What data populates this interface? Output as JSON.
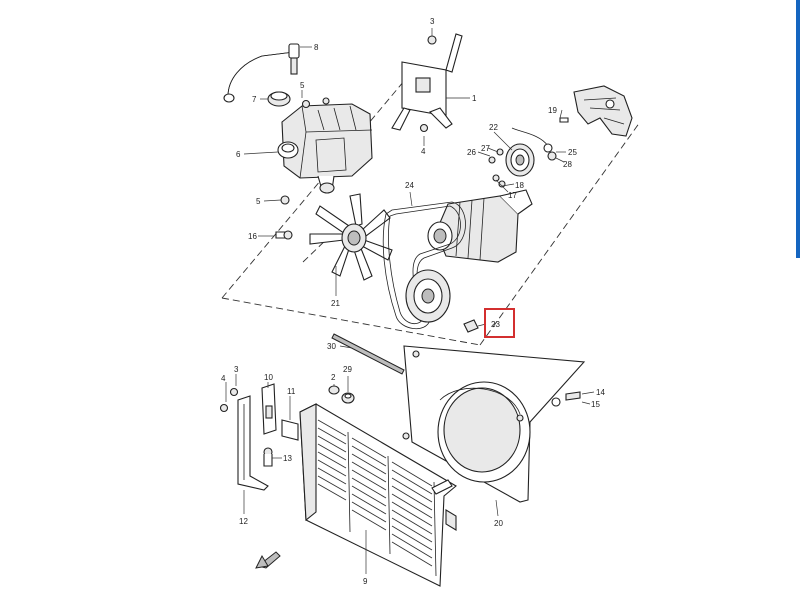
{
  "callouts": {
    "c1": "1",
    "c2": "2",
    "c3": "3",
    "c4": "4",
    "c5": "5",
    "c6": "6",
    "c7": "7",
    "c8": "8",
    "c9": "9",
    "c10": "10",
    "c11": "11",
    "c12": "12",
    "c13": "13",
    "c14": "14",
    "c15": "15",
    "c16": "16",
    "c17": "17",
    "c18": "18",
    "c19": "19",
    "c20": "20",
    "c21": "21",
    "c22": "22",
    "c23": "23",
    "c24": "24",
    "c25": "25",
    "c26": "26",
    "c27": "27",
    "c28": "28",
    "c29": "29",
    "c30": "30"
  },
  "highlight": {
    "callout": "23",
    "color": "#d32f2f"
  },
  "colors": {
    "accent_bar": "#1565c0",
    "line": "#222222"
  },
  "icons": {
    "front_arrow": "front-arrow-icon"
  }
}
